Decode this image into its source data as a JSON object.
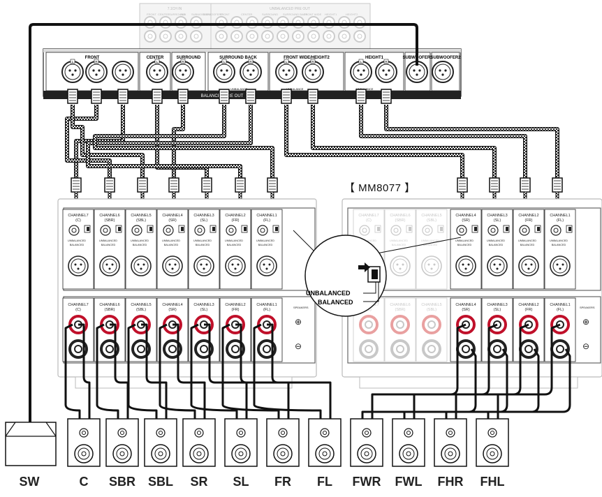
{
  "model_title": "【 MM8077 】",
  "preout": {
    "top_headers": [
      "7.1CH IN",
      "UNBALANCED PRE OUT"
    ],
    "top_sub": [
      "FRONT",
      "CENTER",
      "SURROUND",
      "SUB",
      "SUBWOOFER1",
      "SUBWOOFER2",
      "FRONT",
      "CENTER",
      "SURROUND",
      "SURROUND BACK",
      "FRONT WIDE",
      "HEIGHT1",
      "HEIGHT2"
    ],
    "groups": [
      "FRONT",
      "CENTER",
      "SURROUND",
      "SURROUND BACK",
      "FRONT WIDE/HEIGHT2",
      "HEIGHT1",
      "SUBWOOFER1",
      "SUBWOOFER2"
    ],
    "lr": [
      "L",
      "R"
    ],
    "bar_label": "BALANCED PRE OUT",
    "small_tags": [
      "UNBALANCE",
      "UNBALANCE",
      "UNBALANCE"
    ]
  },
  "amp_left_channels": [
    {
      "name": "CHANNEL7",
      "sub": "(C)"
    },
    {
      "name": "CHANNEL6",
      "sub": "(SBR)"
    },
    {
      "name": "CHANNEL5",
      "sub": "(SBL)"
    },
    {
      "name": "CHANNEL4",
      "sub": "(SR)"
    },
    {
      "name": "CHANNEL3",
      "sub": "(SL)"
    },
    {
      "name": "CHANNEL2",
      "sub": "(FR)"
    },
    {
      "name": "CHANNEL1",
      "sub": "(FL)"
    }
  ],
  "amp_right_channels": [
    {
      "name": "CHANNEL7",
      "sub": "(C)"
    },
    {
      "name": "CHANNEL6",
      "sub": "(SBR)"
    },
    {
      "name": "CHANNEL5",
      "sub": "(SBL)"
    },
    {
      "name": "CHANNEL4",
      "sub": "(SR)"
    },
    {
      "name": "CHANNEL3",
      "sub": "(SL)"
    },
    {
      "name": "CHANNEL2",
      "sub": "(FR)"
    },
    {
      "name": "CHANNEL1",
      "sub": "(FL)"
    }
  ],
  "switch_labels": [
    "UNBALANCED",
    "BALANCED"
  ],
  "callout": {
    "top": "UNBALANCED",
    "bottom": "BALANCED"
  },
  "speaker_section_label": "SPEAKERS",
  "plus": "⊕",
  "minus": "⊖",
  "speakers": [
    "SW",
    "C",
    "SBR",
    "SBL",
    "SR",
    "SL",
    "FR",
    "FL",
    "FWR",
    "FWL",
    "FHR",
    "FHL"
  ]
}
